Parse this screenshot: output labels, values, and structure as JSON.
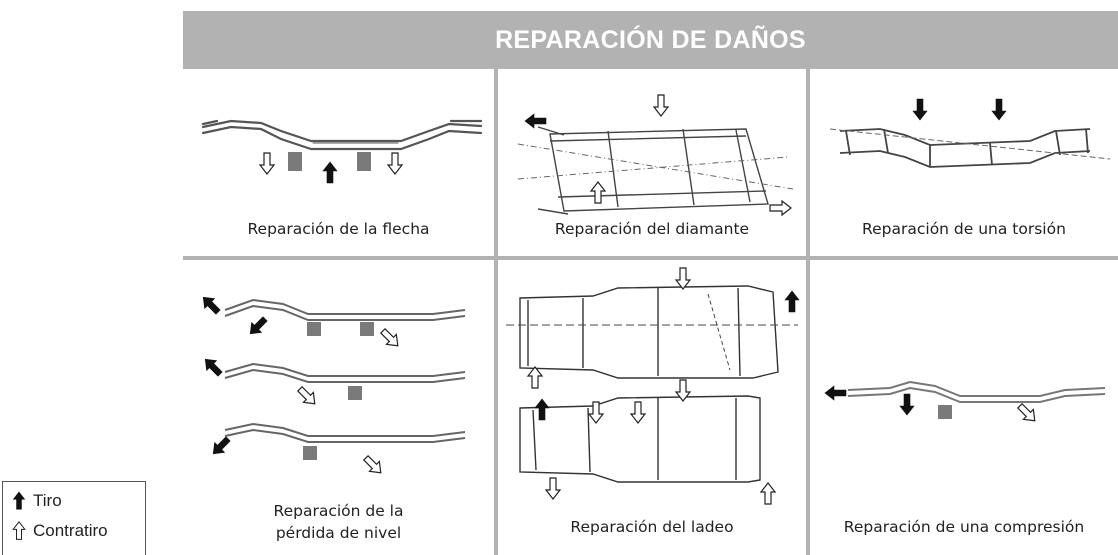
{
  "header": {
    "title": "REPARACIÓN DE DAÑOS"
  },
  "cells": [
    {
      "caption": "Reparación de la flecha"
    },
    {
      "caption": "Reparación del diamante"
    },
    {
      "caption": "Reparación de una torsión"
    },
    {
      "caption_line1": "Reparación de la",
      "caption_line2": "pérdida de nivel"
    },
    {
      "caption": "Reparación del ladeo"
    },
    {
      "caption": "Reparación de una compresión"
    }
  ],
  "legend": {
    "items": [
      {
        "label": "Tiro",
        "icon": "solid-arrow-up-icon"
      },
      {
        "label": "Contratiro",
        "icon": "hollow-arrow-up-icon"
      }
    ]
  },
  "colors": {
    "header_bg": "#b2b2b2",
    "header_text": "#ffffff",
    "pull_arrow": "#111111",
    "push_arrow": "#ffffff",
    "block": "#7a7a7a"
  }
}
